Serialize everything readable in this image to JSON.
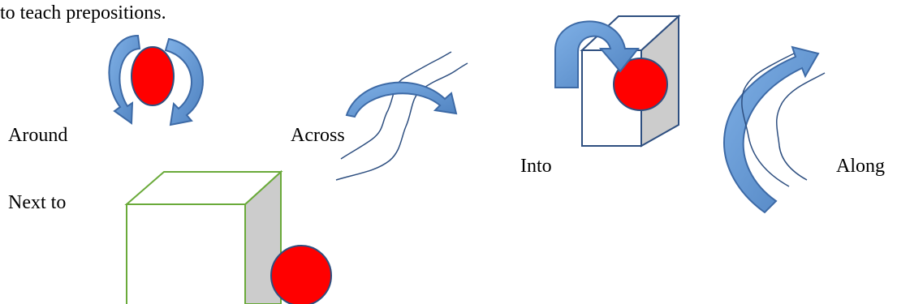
{
  "intro_text": "to teach prepositions.",
  "labels": {
    "around": "Around",
    "across": "Across",
    "into": "Into",
    "along": "Along",
    "next_to": "Next to"
  },
  "colors": {
    "arrow_fill": "#5b8fd0",
    "arrow_stroke": "#3d6aa6",
    "ball": "#ff0000",
    "ball_stroke": "#2e4f80",
    "cube_side": "#cccccc",
    "cube_green": "#6aaa3a",
    "river_line": "#2e4f80"
  }
}
